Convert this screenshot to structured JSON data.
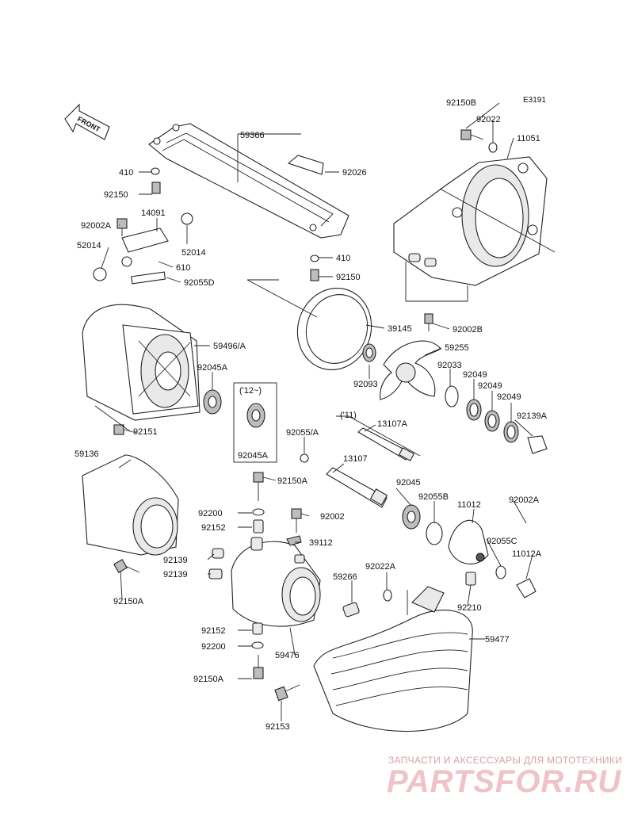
{
  "code": "E3191",
  "front_label": "FRONT",
  "labels": {
    "l59366": "59366",
    "l92026": "92026",
    "l410a": "410",
    "l92150": "92150",
    "l92002a": "92002A",
    "l14091": "14091",
    "l52014a": "52014",
    "l52014b": "52014",
    "l610": "610",
    "l92055d": "92055D",
    "l410b": "410",
    "l92150b": "92150",
    "l92150bb": "92150B",
    "l92022": "92022",
    "l11051": "11051",
    "l92002b": "92002B",
    "l39145": "39145",
    "l59255": "59255",
    "l59496a": "59496/A",
    "l92093": "92093",
    "l92033": "92033",
    "l92049a": "92049",
    "l92049b": "92049",
    "l92049c": "92049",
    "l92045a": "92045A",
    "l12note": "('12~)",
    "l92045a2": "92045A",
    "l92139a": "92139A",
    "l92151": "92151",
    "l92055a": "92055/A",
    "l11note": "('11)",
    "l13107a": "13107A",
    "l13107": "13107",
    "l59136": "59136",
    "l92150a": "92150A",
    "l92200a": "92200",
    "l92002": "92002",
    "l92152a": "92152",
    "l39112": "39112",
    "l92139a1": "92139",
    "l92139a2": "92139",
    "l92045": "92045",
    "l92055b": "92055B",
    "l11012": "11012",
    "l92002a2": "92002A",
    "l92055c": "92055C",
    "l11012a": "11012A",
    "l92150a2": "92150A",
    "l59266": "59266",
    "l92022a": "92022A",
    "l92210": "92210",
    "l59477": "59477",
    "l92152b": "92152",
    "l92200b": "92200",
    "l59476": "59476",
    "l92150a3": "92150A",
    "l92153": "92153"
  },
  "watermark": {
    "caption": "ЗАПЧАСТИ И АКСЕССУАРЫ ДЛЯ МОТОТЕХНИКИ",
    "logo": "PARTSFOR.RU"
  }
}
